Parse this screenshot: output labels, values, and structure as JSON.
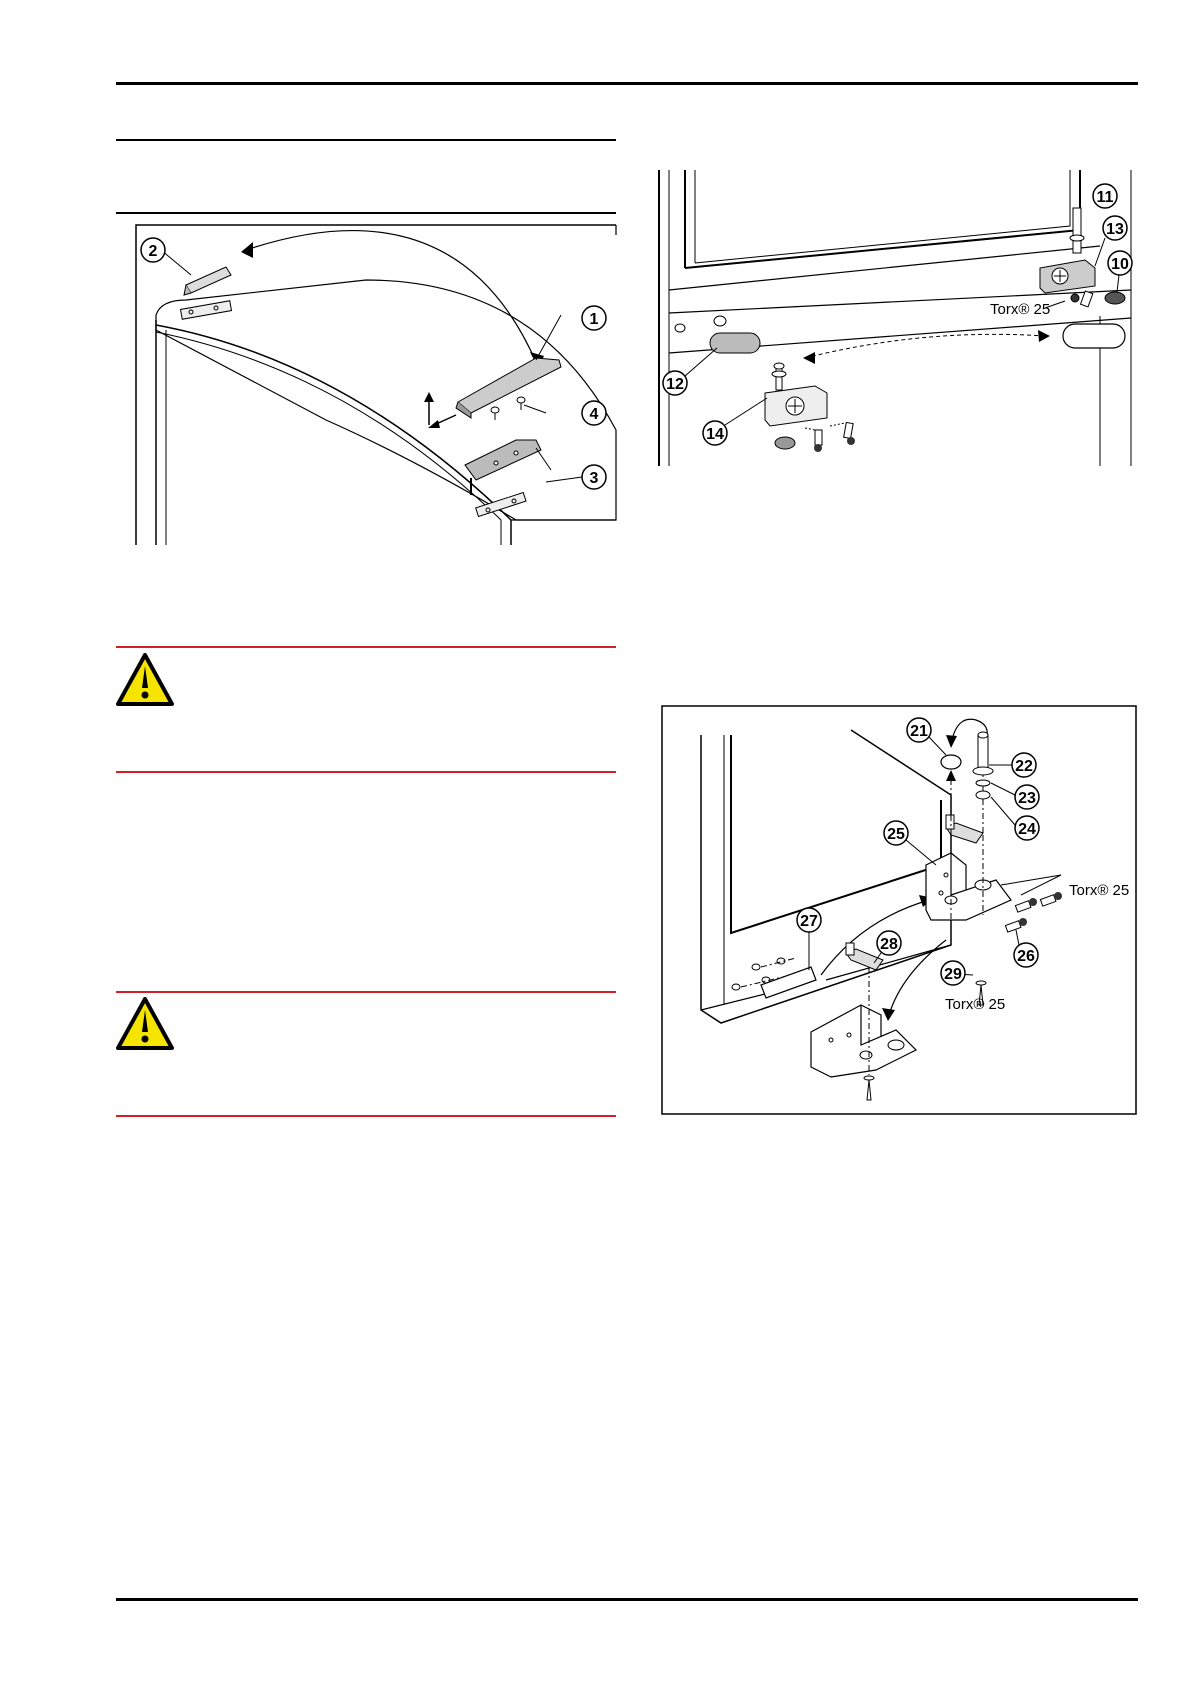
{
  "figure_top_left": {
    "callouts": [
      "1",
      "2",
      "3",
      "4"
    ]
  },
  "figure_top_right": {
    "callouts": [
      "10",
      "11",
      "12",
      "13",
      "14"
    ],
    "torx_label": "Torx® 25"
  },
  "figure_bottom_right": {
    "callouts": [
      "21",
      "22",
      "23",
      "24",
      "25",
      "26",
      "27",
      "28",
      "29"
    ],
    "torx_label_1": "Torx® 25",
    "torx_label_2": "Torx® 25"
  },
  "colors": {
    "warning_rule": "#d0202a",
    "warning_icon_fill": "#f5e300",
    "warning_icon_stroke": "#000000"
  },
  "icons": [
    "warning-triangle-icon",
    "warning-triangle-icon"
  ]
}
